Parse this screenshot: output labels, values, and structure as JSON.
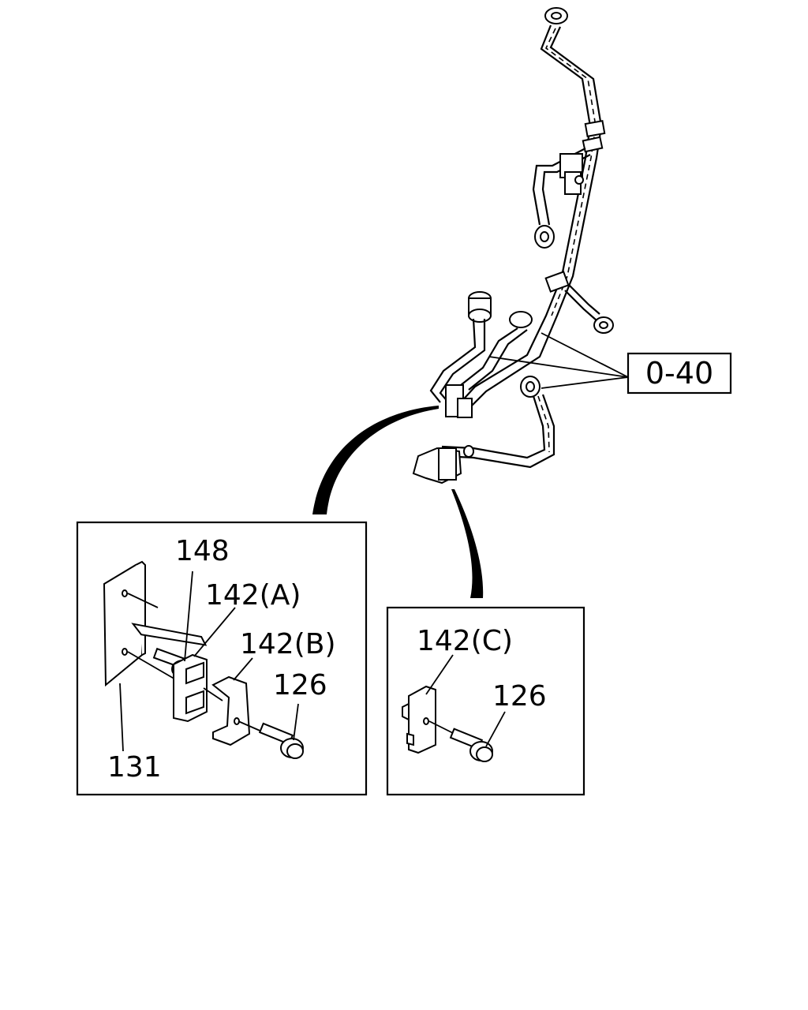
{
  "reference_box": {
    "label": "0-40"
  },
  "detail_left": {
    "callouts": {
      "bolt_top": "148",
      "clamp_a": "142(A)",
      "clamp_b": "142(B)",
      "bolt_bottom": "126",
      "bracket": "131"
    }
  },
  "detail_right": {
    "callouts": {
      "clamp_c": "142(C)",
      "bolt": "126"
    }
  }
}
